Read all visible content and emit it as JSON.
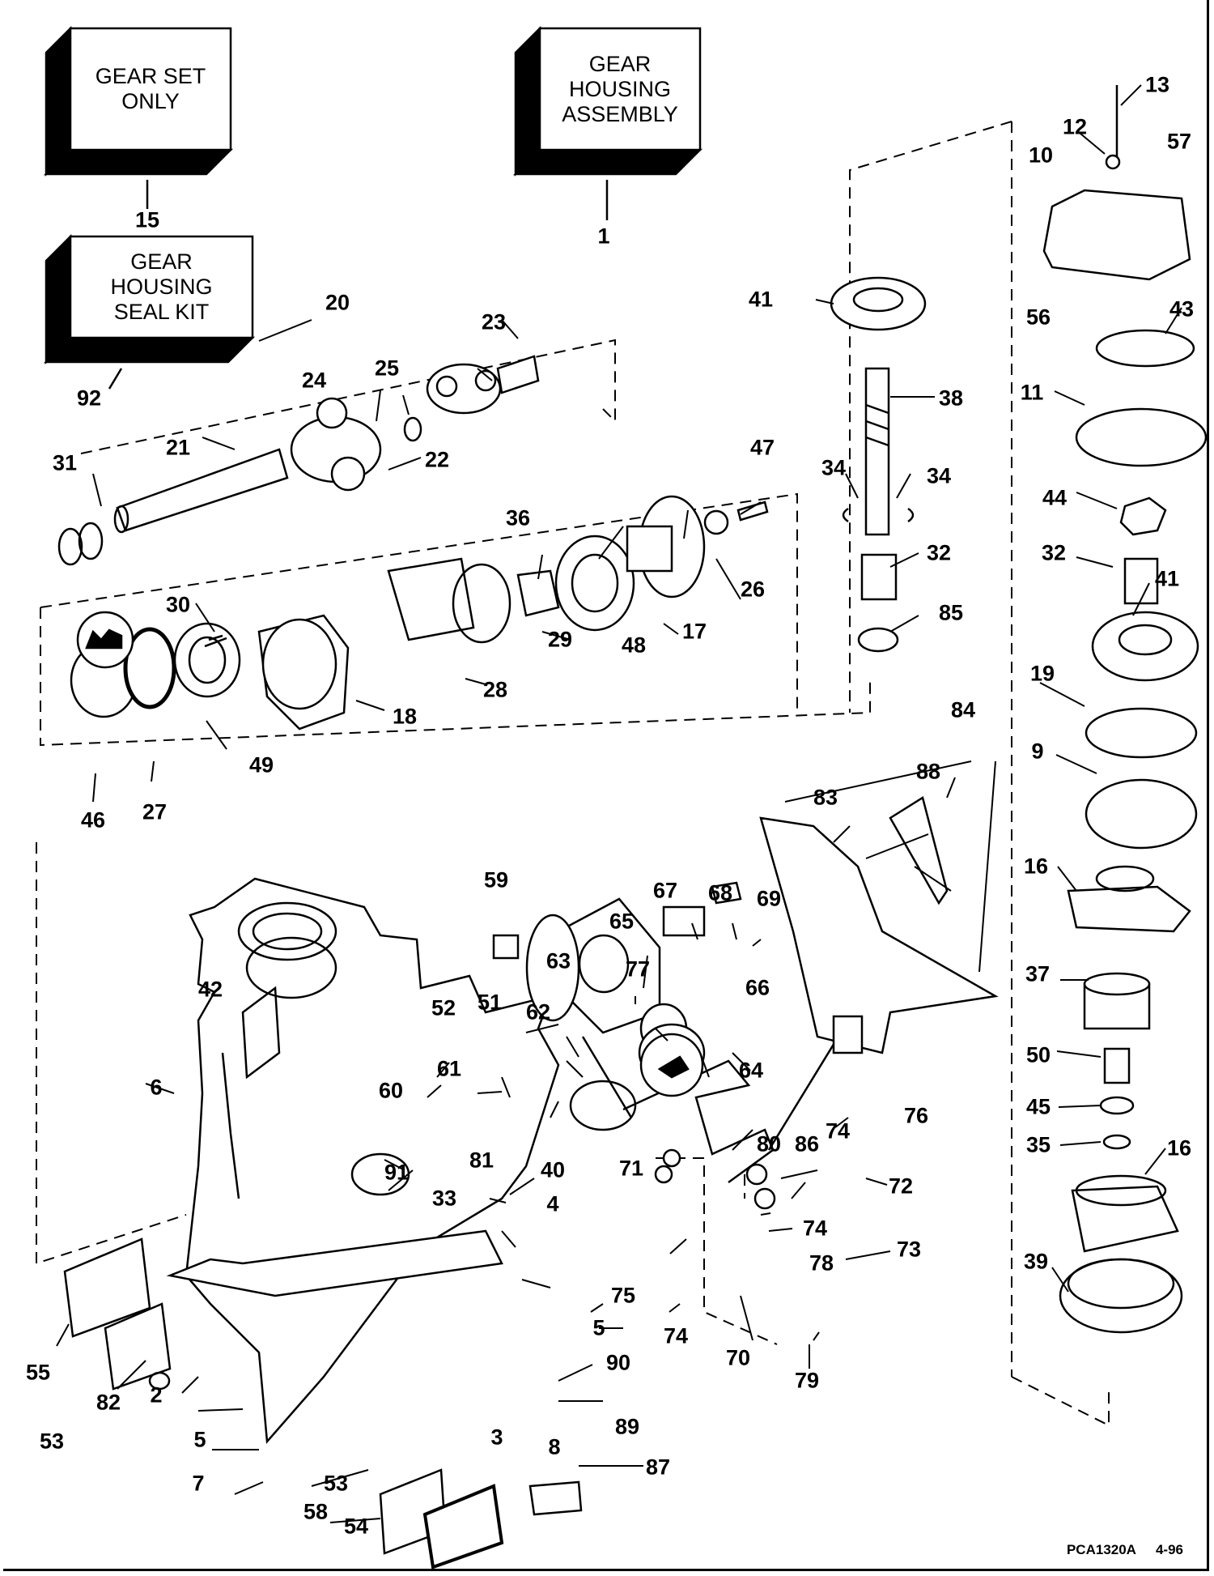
{
  "kit_boxes": {
    "gear_set": {
      "line1": "GEAR SET",
      "line2": "ONLY",
      "number": "15"
    },
    "gear_housing_assembly": {
      "line1": "GEAR",
      "line2": "HOUSING",
      "line3": "ASSEMBLY",
      "number": "1"
    },
    "seal_kit": {
      "line1": "GEAR",
      "line2": "HOUSING",
      "line3": "SEAL KIT",
      "number": "92"
    }
  },
  "callouts": {
    "c2": "2",
    "c3": "3",
    "c4": "4",
    "c5a": "5",
    "c5b": "5",
    "c6": "6",
    "c7": "7",
    "c8": "8",
    "c9": "9",
    "c10": "10",
    "c11": "11",
    "c12": "12",
    "c13": "13",
    "c16a": "16",
    "c16b": "16",
    "c17": "17",
    "c18": "18",
    "c19": "19",
    "c20": "20",
    "c21": "21",
    "c22": "22",
    "c23": "23",
    "c24": "24",
    "c25": "25",
    "c26": "26",
    "c27": "27",
    "c28": "28",
    "c29": "29",
    "c30": "30",
    "c31": "31",
    "c32a": "32",
    "c32b": "32",
    "c33": "33",
    "c34a": "34",
    "c34b": "34",
    "c35": "35",
    "c36": "36",
    "c37": "37",
    "c38": "38",
    "c39": "39",
    "c40": "40",
    "c41a": "41",
    "c41b": "41",
    "c42": "42",
    "c43": "43",
    "c44": "44",
    "c45": "45",
    "c46": "46",
    "c47": "47",
    "c48": "48",
    "c49": "49",
    "c50": "50",
    "c51": "51",
    "c52": "52",
    "c53a": "53",
    "c53b": "53",
    "c54": "54",
    "c55": "55",
    "c56": "56",
    "c57": "57",
    "c58": "58",
    "c59": "59",
    "c60": "60",
    "c61": "61",
    "c62": "62",
    "c63": "63",
    "c64": "64",
    "c65": "65",
    "c66": "66",
    "c67": "67",
    "c68": "68",
    "c69": "69",
    "c70": "70",
    "c71": "71",
    "c72": "72",
    "c73": "73",
    "c74a": "74",
    "c74b": "74",
    "c74c": "74",
    "c75": "75",
    "c76": "76",
    "c77": "77",
    "c78": "78",
    "c79": "79",
    "c80": "80",
    "c81": "81",
    "c82": "82",
    "c83": "83",
    "c84": "84",
    "c85": "85",
    "c86": "86",
    "c87": "87",
    "c88": "88",
    "c89": "89",
    "c90": "90",
    "c91": "91"
  },
  "footer": {
    "code": "PCA1320A",
    "date": "4-96"
  }
}
